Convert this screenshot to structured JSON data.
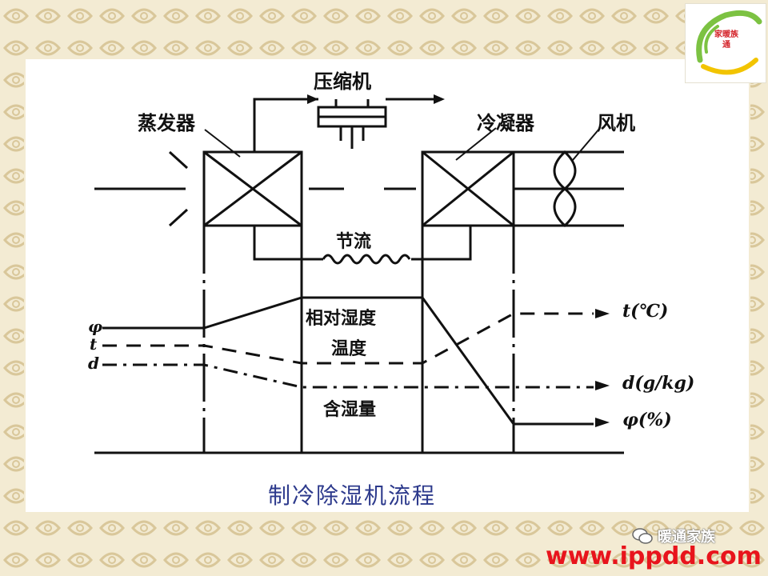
{
  "compressor_label": "压缩机",
  "evaporator_label": "蒸发器",
  "condenser_label": "冷凝器",
  "fan_label": "风机",
  "throttle_label": "节流",
  "relative_humidity_label": "相对湿度",
  "temperature_label": "温度",
  "moisture_content_label": "含湿量",
  "left_symbols": {
    "phi": "φ",
    "t": "t",
    "d": "d"
  },
  "outputs": {
    "t_unit": "t(℃)",
    "d_unit": "d(g/kg)",
    "phi_unit": "φ(%)"
  },
  "caption": "制冷除湿机流程",
  "logo_text": "家暖族通",
  "wechat_name": "暖通家族",
  "site_url": "www.ippdd.com",
  "colors": {
    "border_bg": "#f3ebd3",
    "border_motif": "#d9c79a",
    "caption": "#2d3a8c",
    "url": "#e8141c",
    "logo_green": "#7cc242",
    "logo_yellow": "#f2c400"
  }
}
